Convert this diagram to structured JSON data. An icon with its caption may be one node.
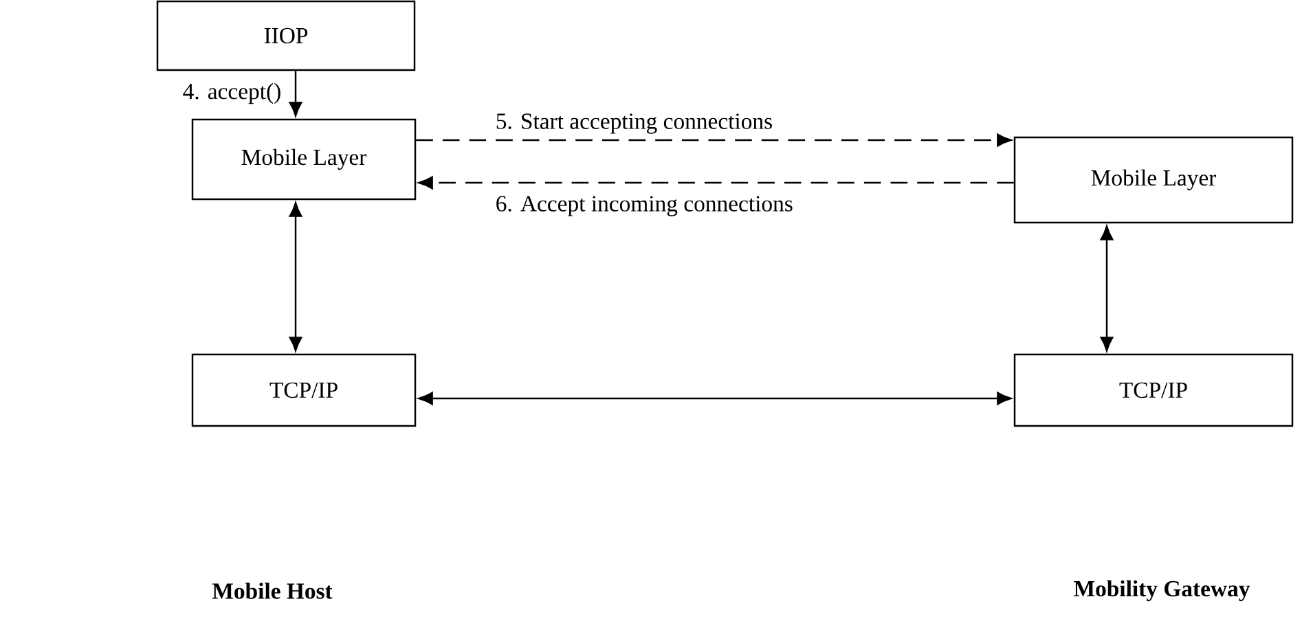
{
  "diagram": {
    "nodes": [
      {
        "text": [
          "IIOP"
        ]
      },
      {
        "text": [
          "Mobile Layer"
        ]
      },
      {
        "text": [
          "Mobile Layer"
        ]
      },
      {
        "text": [
          "TCP/IP"
        ]
      },
      {
        "text": [
          "TCP/IP"
        ]
      }
    ],
    "edges": [
      {
        "from": 0,
        "to": 1,
        "arrow": "to",
        "label": "4. accept()"
      },
      {
        "from": 1,
        "to": 2,
        "arrow": "to",
        "style": "dashed",
        "label": "5. Start accepting connections"
      },
      {
        "from": 2,
        "to": 1,
        "arrow": "to",
        "style": "dashed",
        "label": "6. Accept incoming connections"
      },
      {
        "from": 1,
        "to": 3,
        "arrow": "both"
      },
      {
        "from": 2,
        "to": 4,
        "arrow": "both"
      },
      {
        "from": 3,
        "to": 4,
        "arrow": "both"
      }
    ],
    "labels": [
      "Mobile Host",
      "Mobility Gateway"
    ]
  }
}
